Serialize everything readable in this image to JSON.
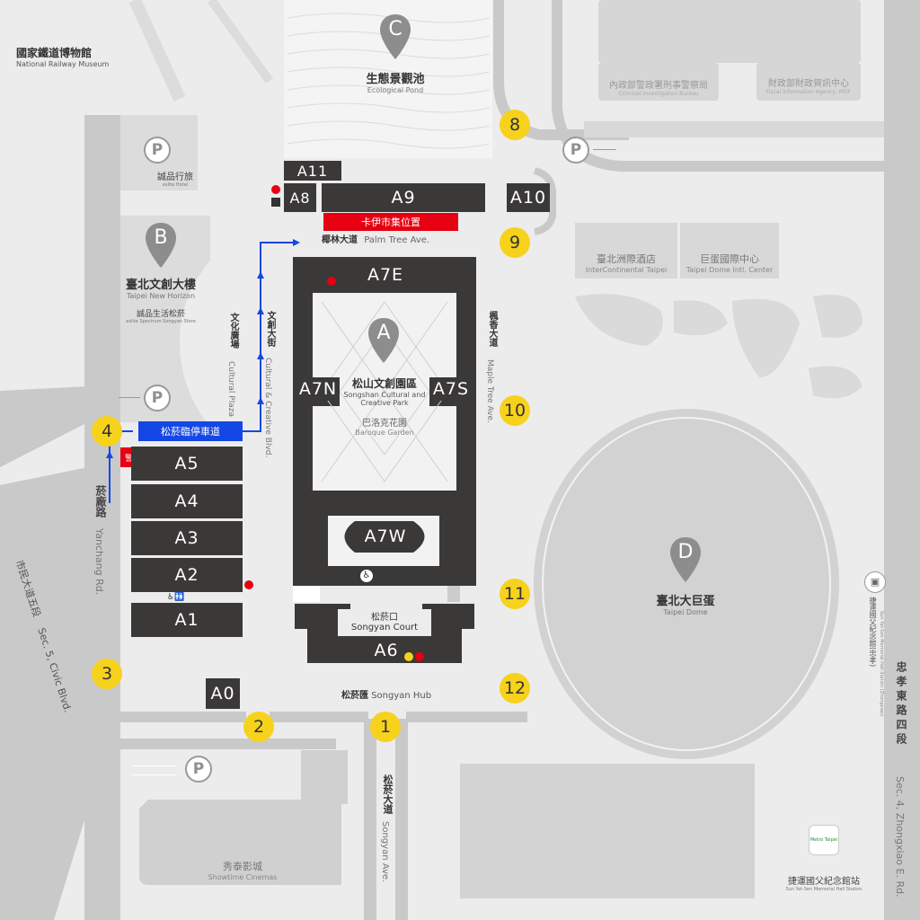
{
  "museum": {
    "zh": "國家鐵道博物館",
    "en": "National Railway Museum"
  },
  "pond": {
    "letter": "C",
    "zh": "生態景觀池",
    "en": "Ecological Pond"
  },
  "police": {
    "zh": "內政部警政署刑事警察局",
    "en": "Criminal Investigation Bureau"
  },
  "fiscal": {
    "zh": "財政部財政資訊中心",
    "en": "Fiscal Information Agency, MOF"
  },
  "eslite_hotel": {
    "zh": "誠品行旅",
    "en": "eslite Hotel"
  },
  "horizon": {
    "letter": "B",
    "zh": "臺北文創大樓",
    "en": "Taipei New Horizon"
  },
  "spectrum": {
    "zh": "誠品生活松菸",
    "en": "eslite Spectrum Songyan Store"
  },
  "park_main": {
    "letter": "A",
    "zh": "松山文創園區",
    "en1": "Songshan Cultural and",
    "en2": "Creative Park"
  },
  "baroque": {
    "zh": "巴洛克花園",
    "en": "Baroque Garden"
  },
  "dome": {
    "letter": "D",
    "zh": "臺北大巨蛋",
    "en": "Taipei Dome"
  },
  "intercontinental": {
    "zh": "臺北洲際酒店",
    "en": "InterContinental Taipei"
  },
  "dome_center": {
    "zh": "巨蛋國際中心",
    "en": "Taipei Dome Intl. Center"
  },
  "halls": {
    "A0": "A0",
    "A1": "A1",
    "A2": "A2",
    "A3": "A3",
    "A4": "A4",
    "A5": "A5",
    "A6": "A6",
    "A7E": "A7E",
    "A7N": "A7N",
    "A7S": "A7S",
    "A7W": "A7W",
    "A8": "A8",
    "A9": "A9",
    "A10": "A10",
    "A11": "A11"
  },
  "market": "卡伊市集位置",
  "parking_lane": "松菸臨停車道",
  "guard": "警衛",
  "palm": {
    "zh": "椰林大道",
    "en": "Palm Tree Ave."
  },
  "maple": {
    "zh": "楓香大道",
    "en": "Maple Tree Ave."
  },
  "cultural_plaza": {
    "zh": "文化廣場",
    "en": "Cultural Plaza"
  },
  "creative_blvd": {
    "zh": "文創大街",
    "en": "Cultural & Creative Blvd."
  },
  "yanchang": {
    "zh": "菸廠路",
    "en": "Yanchang Rd."
  },
  "civic": {
    "zh": "市民大道五段",
    "en": "Sec. 5, Civic Blvd."
  },
  "songyan_ave": {
    "zh": "松菸大道",
    "en": "Songyan Ave."
  },
  "zhongxiao": {
    "zh": "忠孝東路四段",
    "en": "Sec. 4, Zhongxiao E. Rd."
  },
  "court": {
    "zh": "松菸口",
    "en": "Songyan Court"
  },
  "hub": {
    "zh": "松菸匯",
    "en": "Songyan Hub"
  },
  "cinema": {
    "zh": "秀泰影城",
    "en": "Showtime Cinemas"
  },
  "mrt": {
    "logo": "Metro Taipei",
    "zh": "捷運國父紀念館站",
    "en": "Sun Yat-Sen Memorial Hall Station"
  },
  "bus": {
    "zh": "捷運國父紀念館(忠孝)",
    "en": "Sun Yat-Sen Memorial Hall Station (Zhongxiao)"
  },
  "gates": [
    "1",
    "2",
    "3",
    "4",
    "8",
    "9",
    "10",
    "11",
    "12"
  ],
  "parking_symbol": "P",
  "colors": {
    "hall": "#3b3838",
    "gate": "#f6d21c",
    "market": "#e60012",
    "lane": "#1447e6",
    "road": "#c8c8c8"
  },
  "icons": [
    "parking-icon",
    "location-pin-icon",
    "restroom-icon",
    "info-icon",
    "atm-icon",
    "accessible-icon",
    "bus-icon",
    "metro-logo-icon"
  ]
}
